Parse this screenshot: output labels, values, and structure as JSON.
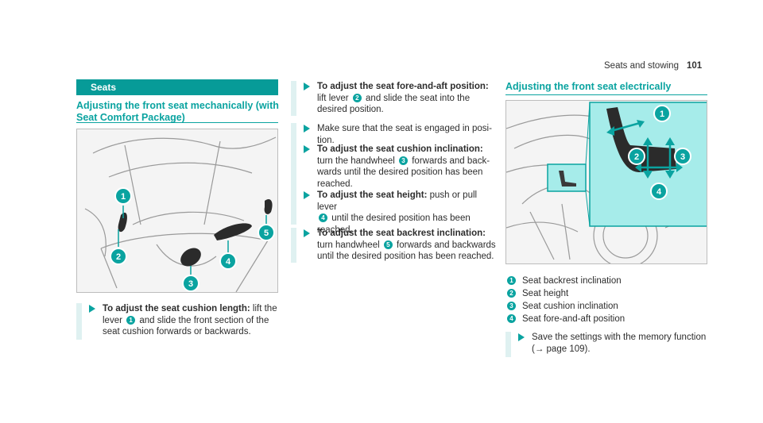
{
  "header": {
    "section": "Seats and stowing",
    "page_number": "101"
  },
  "left": {
    "banner": "Seats",
    "heading_line1": "Adjusting the front seat mechanically (with",
    "heading_line2": "Seat Comfort Package)",
    "step": {
      "bold": "To adjust the seat cushion length:",
      "line1_rest": " lift the",
      "line2_pre": "lever ",
      "line2_num": "1",
      "line2_post": " and slide the front section of the",
      "line3": "seat cushion forwards or backwards."
    },
    "callouts": [
      "1",
      "2",
      "3",
      "4",
      "5"
    ]
  },
  "middle": {
    "steps": [
      {
        "bold": "To adjust the seat fore-and-aft position:",
        "l2_pre": "lift lever ",
        "l2_num": "2",
        "l2_post": " and slide the seat into the",
        "l3": "desired position."
      },
      {
        "l1": "Make sure that the seat is engaged in posi-",
        "l2": "tion."
      },
      {
        "bold": "To adjust the seat cushion inclination:",
        "l2_pre": "turn the handwheel ",
        "l2_num": "3",
        "l2_post": " forwards and back-",
        "l3": "wards until the desired position has been",
        "l4": "reached."
      },
      {
        "bold": "To adjust the seat height:",
        "bold_rest": " push or pull lever",
        "l2_num": "4",
        "l2_post": " until the desired position has been",
        "l3": "reached."
      },
      {
        "bold": "To adjust the seat backrest inclination:",
        "l2_pre": "turn handwheel ",
        "l2_num": "5",
        "l2_post": " forwards and backwards",
        "l3": "until the desired position has been reached."
      }
    ]
  },
  "right": {
    "heading": "Adjusting the front seat electrically",
    "callouts": [
      "1",
      "2",
      "3",
      "4"
    ],
    "legend": [
      {
        "num": "1",
        "text": "Seat backrest inclination"
      },
      {
        "num": "2",
        "text": "Seat height"
      },
      {
        "num": "3",
        "text": "Seat cushion inclination"
      },
      {
        "num": "4",
        "text": "Seat fore-and-aft position"
      }
    ],
    "step": {
      "line1": "Save the settings with the memory function",
      "line2_pre": "(",
      "arrow": "→",
      "line2_post": " page 109)."
    }
  },
  "colors": {
    "accent": "#0aa3a0",
    "banner": "#079b98",
    "step_bar": "#dff1f1",
    "inset": "#a6ecea"
  }
}
